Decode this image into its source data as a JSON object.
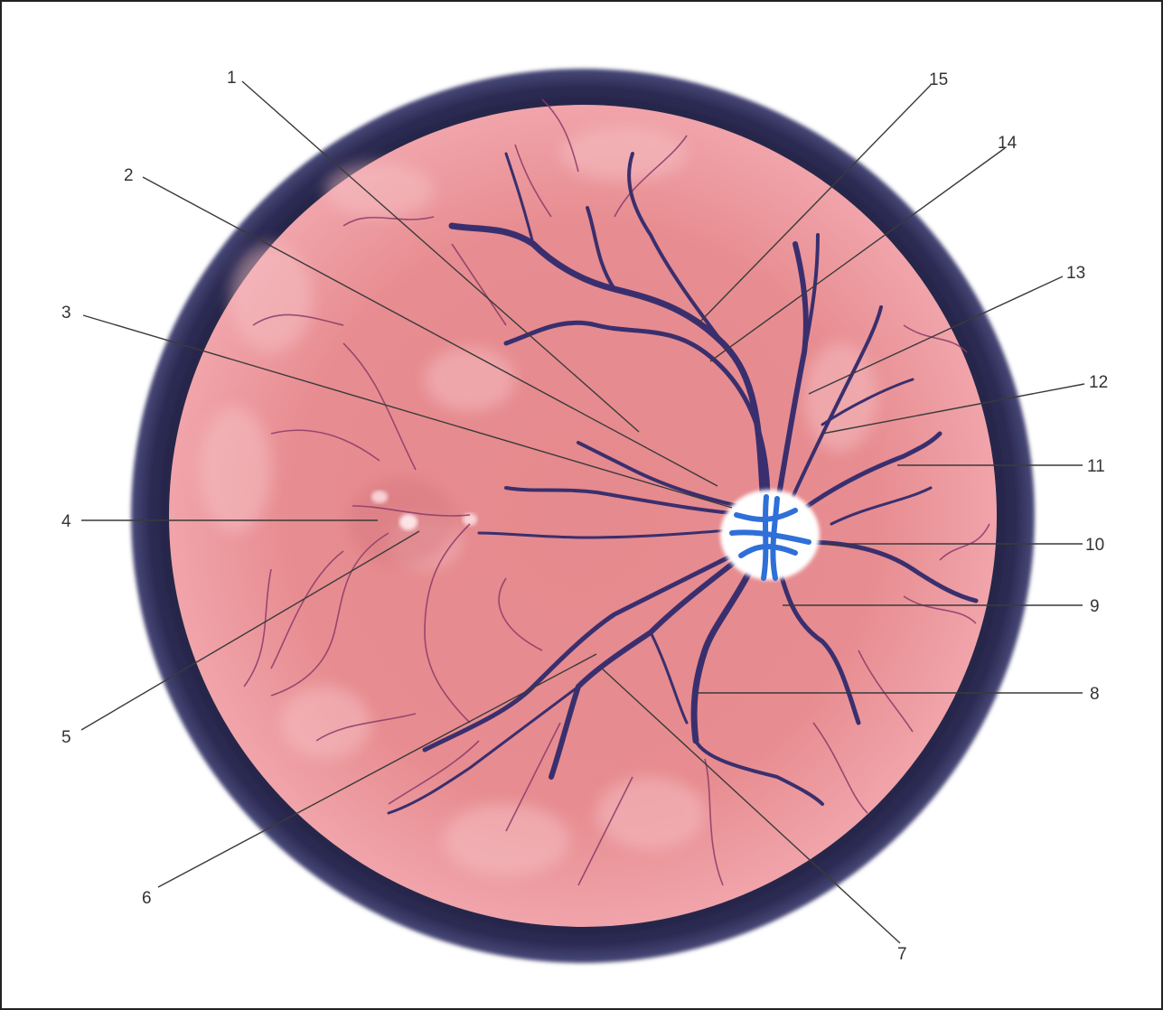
{
  "labels": [
    "1",
    "2",
    "3",
    "4",
    "5",
    "6",
    "7",
    "8",
    "9",
    "10",
    "11",
    "12",
    "13",
    "14",
    "15"
  ],
  "colors": {
    "rim": "#2b2a4e",
    "fundus": "#e48a8c",
    "fundus_light": "#f2b0b4",
    "vessel": "#3a2f6e",
    "vessel_thin": "#7a3a6a",
    "disc": "#ffffff",
    "disc_vessel": "#2f6fd8"
  }
}
